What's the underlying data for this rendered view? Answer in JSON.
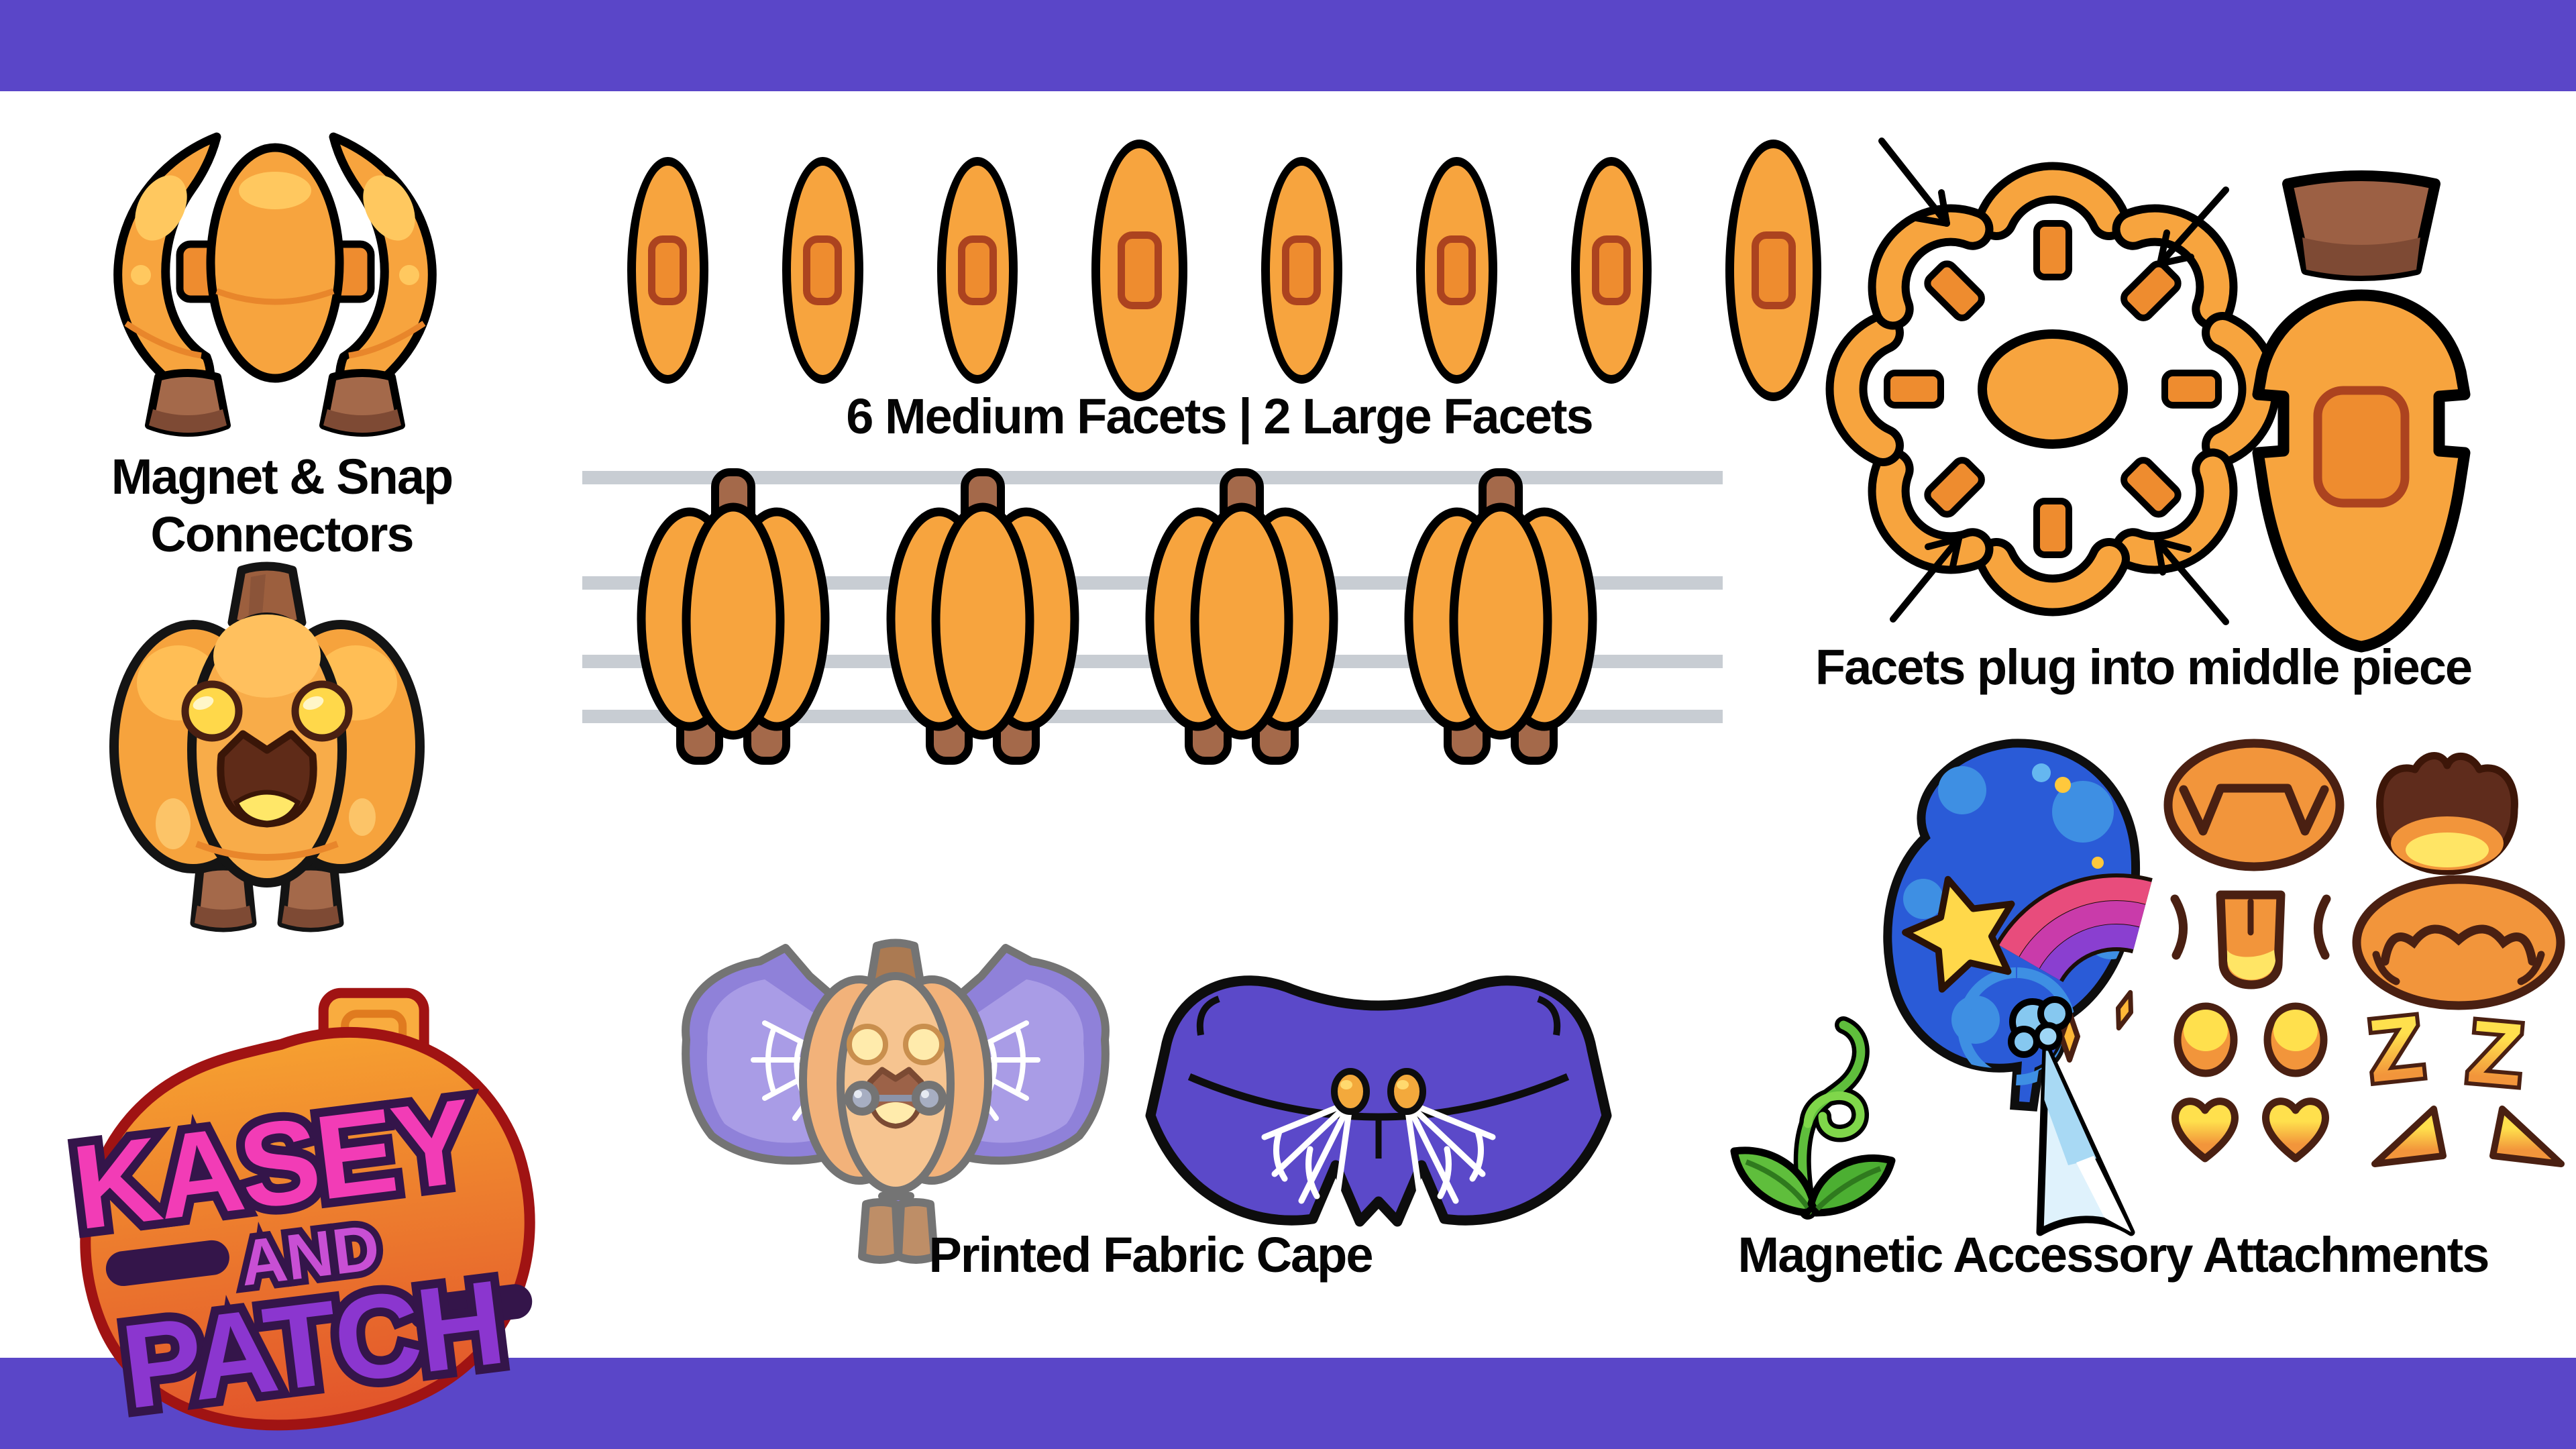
{
  "bars": {
    "top": "purple-band",
    "bottom": "purple-band"
  },
  "connectors": {
    "label_line1": "Magnet & Snap",
    "label_line2": "Connectors",
    "pieces": [
      "crescent-facet-left",
      "center-egg-facet",
      "crescent-facet-right",
      "snap-tab-left",
      "snap-tab-right",
      "plush-foot-left",
      "plush-foot-right"
    ]
  },
  "facets": {
    "label": "6 Medium Facets | 2 Large Facets",
    "medium_count": 6,
    "large_count": 2,
    "total_shown": 8,
    "sizes_order": [
      "medium",
      "medium",
      "medium",
      "large",
      "medium",
      "medium",
      "medium",
      "large"
    ]
  },
  "turnaround": {
    "pumpkin_count": 4,
    "guide_line_count": 4
  },
  "plug_diagram": {
    "label": "Facets plug into middle piece",
    "facet_cross_sections": 8,
    "arrow_count": 4
  },
  "cape": {
    "label": "Printed Fabric Cape"
  },
  "accessories": {
    "label": "Magnetic Accessory Attachments",
    "z1": "Z",
    "z2": "Z",
    "items": [
      "brain-with-shooting-star",
      "plant-sprout",
      "party-hat",
      "fang-mouth",
      "open-scream-mouth",
      "tongue-out-mouth",
      "grimace-mouth",
      "oval-eye",
      "oval-eye",
      "sleep-z-letters",
      "heart-eye",
      "heart-eye",
      "angry-eye",
      "angry-eye"
    ]
  },
  "logo": {
    "line1": "KASEY",
    "line2": "AND",
    "line3": "PATCH"
  },
  "colors": {
    "bar_purple": "#5A46C8",
    "cape_purple": "#5B49C9",
    "cape_light_purple": "#8F81D9",
    "facet_orange": "#F7A43E",
    "facet_pad": "#EE8C2F",
    "pad_outline": "#AC431F",
    "stem_brown": "#9C6044",
    "foot_brown": "#A4694A",
    "guide_line_grey": "#C8CDD3",
    "brain_blue": "#2A5BD7",
    "sprout_green": "#5FBE3C",
    "logo_pink": "#F23CB6",
    "logo_and_magenta": "#C84FD4",
    "logo_purple": "#8B36CF",
    "label_black": "#050505",
    "accessory_face_orange": "#F2953B",
    "accessory_outline_brown": "#4A2012",
    "eye_yellow": "#FFD84A"
  }
}
